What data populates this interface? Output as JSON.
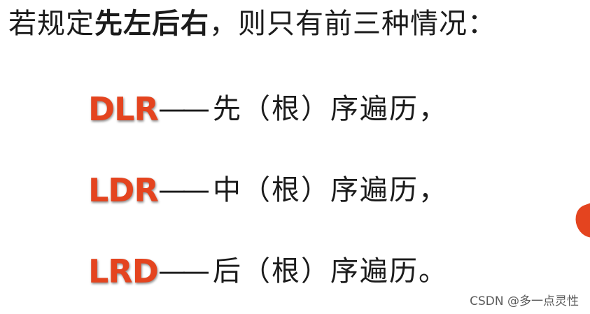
{
  "heading": {
    "prefix": "若规定",
    "bold": "先左后右",
    "suffix": "，则只有前三种情况："
  },
  "rules": [
    {
      "code": "DLR",
      "dash": "——",
      "desc": "先（根）序遍历，"
    },
    {
      "code": "LDR",
      "dash": "——",
      "desc": "中（根）序遍历，"
    },
    {
      "code": "LRD",
      "dash": "——",
      "desc": "后（根）序遍历。"
    }
  ],
  "watermark": "CSDN @多一点灵性",
  "colors": {
    "accent": "#e4441f",
    "text": "#1b1b1b",
    "background": "#ffffff"
  }
}
